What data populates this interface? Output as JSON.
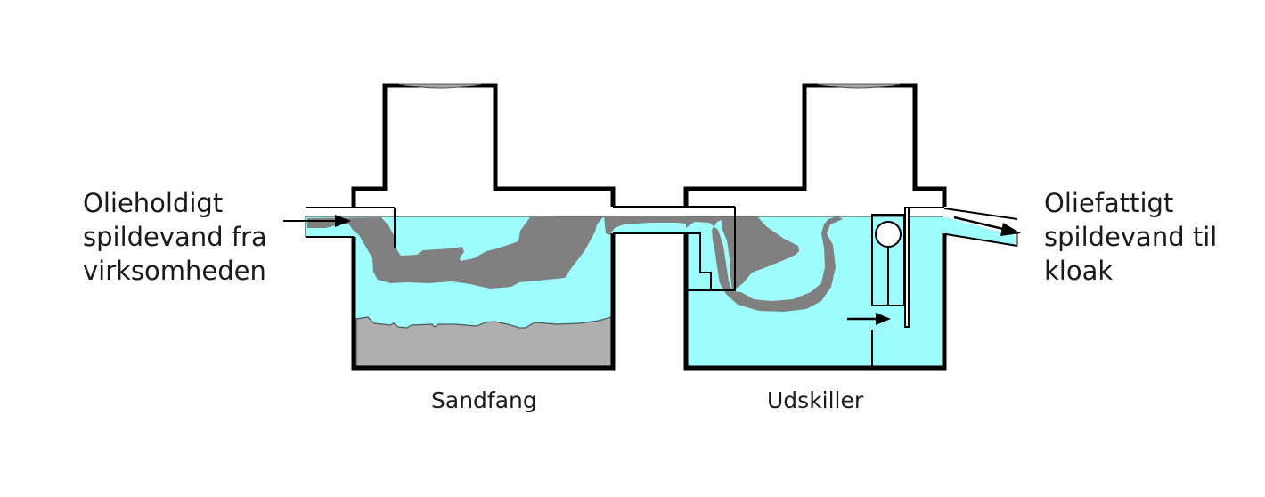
{
  "diagram": {
    "title": "Olieudskiller med sandfang",
    "inlet_label": [
      "Olieholdigt",
      "spildevand fra",
      "virksomheden"
    ],
    "outlet_label": [
      "Oliefattigt",
      "spildevand til",
      "kloak"
    ],
    "tanks": [
      {
        "id": "sandfang",
        "label": "Sandfang"
      },
      {
        "id": "udskiller",
        "label": "Udskiller"
      }
    ],
    "colors": {
      "water": "#9ffcfd",
      "oil": "#808080",
      "sediment": "#afafaf",
      "wall": "#000000",
      "lid": "#a8a8a8"
    },
    "flow_arrows": [
      {
        "id": "inlet-arrow",
        "direction": "right"
      },
      {
        "id": "separator-flow-arrow",
        "direction": "right"
      },
      {
        "id": "outlet-arrow",
        "direction": "right-down"
      }
    ],
    "components": [
      "manhole-lid-sandfang",
      "manhole-lid-udskiller",
      "float-valve",
      "baffle",
      "connecting-pipe"
    ]
  }
}
